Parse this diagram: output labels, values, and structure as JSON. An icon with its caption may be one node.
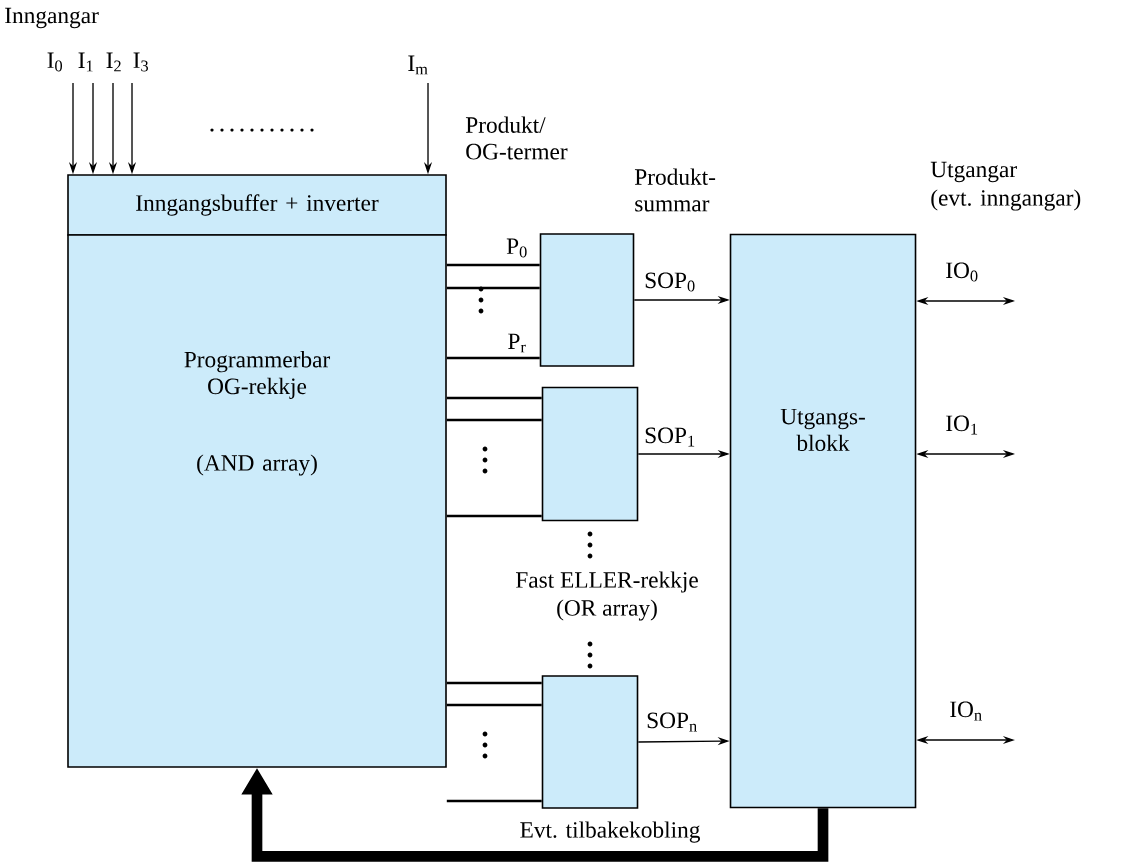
{
  "diagram": {
    "nodes": [
      {
        "text": [
          "Inngangsbuffer + inverter"
        ]
      },
      {
        "text": [
          "Programmerbar OG-rekkje",
          "(AND array)"
        ]
      },
      {
        "text": [],
        "shape": "box"
      },
      {
        "text": [],
        "shape": "box"
      },
      {
        "text": [],
        "shape": "box"
      },
      {
        "text": [
          "Utgangs- blokk"
        ]
      }
    ],
    "edges": [
      {
        "from": null,
        "to": 0,
        "arrow": "to",
        "label": "I$_{0}$"
      },
      {
        "from": null,
        "to": 0,
        "arrow": "to",
        "label": "I$_{1}$"
      },
      {
        "from": null,
        "to": 0,
        "arrow": "to",
        "label": "I$_{2}$"
      },
      {
        "from": null,
        "to": 0,
        "arrow": "to",
        "label": "I$_{3}$"
      },
      {
        "from": null,
        "to": 0,
        "arrow": "to",
        "label": "I$_{m}$"
      },
      {
        "from": 1,
        "to": 2,
        "arrow": "none",
        "label": "P$_{0}$"
      },
      {
        "from": 1,
        "to": 2,
        "arrow": "none"
      },
      {
        "from": 1,
        "to": 2,
        "arrow": "none",
        "label": "P$_{r}$"
      },
      {
        "from": 1,
        "to": 3,
        "arrow": "none"
      },
      {
        "from": 1,
        "to": 3,
        "arrow": "none"
      },
      {
        "from": 1,
        "to": 3,
        "arrow": "none"
      },
      {
        "from": 1,
        "to": 4,
        "arrow": "none"
      },
      {
        "from": 1,
        "to": 4,
        "arrow": "none"
      },
      {
        "from": 1,
        "to": 4,
        "arrow": "none"
      },
      {
        "from": 2,
        "to": 5,
        "arrow": "to",
        "label": "SOP$_{0}$"
      },
      {
        "from": 3,
        "to": 5,
        "arrow": "to",
        "label": "SOP$_{1}$"
      },
      {
        "from": 4,
        "to": 5,
        "arrow": "to",
        "label": "SOP$_{n}$"
      },
      {
        "from": 5,
        "to": null,
        "arrow": "both",
        "label": "IO$_{0}$"
      },
      {
        "from": 5,
        "to": null,
        "arrow": "both",
        "label": "IO$_{1}$"
      },
      {
        "from": 5,
        "to": null,
        "arrow": "both",
        "label": "IO$_{n}$"
      },
      {
        "from": 5,
        "to": 1,
        "arrow": "to",
        "style": "thick",
        "label": "Evt. tilbakekobling"
      }
    ],
    "labels": [
      "Inngangar",
      "Produkt/ OG-termer",
      "Produkt- summar",
      "Utgangar",
      "(evt. inngangar)",
      "Fast ELLER-rekkje",
      "(OR array)"
    ]
  }
}
